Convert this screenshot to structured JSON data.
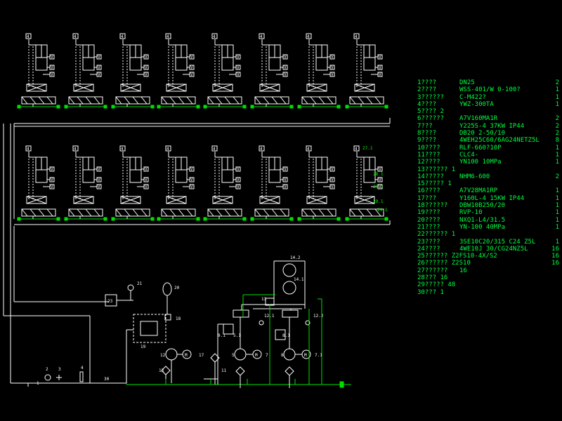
{
  "valve_labels_top": [
    "4",
    "4",
    "4",
    "4",
    "4",
    "4",
    "4",
    "4"
  ],
  "valve_labels_mid": [
    "4",
    "4",
    "4",
    "4",
    "4",
    "4",
    "4",
    "4"
  ],
  "right_mid_labels": [
    "27.1",
    "28.1",
    "29.2",
    "29.1",
    "24.1"
  ],
  "bottom_labels": {
    "n1": "1",
    "n2": "2",
    "n3": "3",
    "n4": "4",
    "n5": "5",
    "n7": "7",
    "n8": "8",
    "n11": "11",
    "n12": "12",
    "n13": "13",
    "n14_1": "14.1",
    "n14_2": "14.2",
    "n17": "17",
    "n18": "18",
    "n19": "19",
    "n20": "20",
    "n21": "21",
    "n23": "23",
    "n30": "30",
    "n5_1": "5.1",
    "n7_1": "7.1",
    "n8_1": "8.1",
    "n9_1": "9.1",
    "n12_1": "12.1",
    "n12_2": "12.2"
  },
  "parts_list": [
    {
      "no": "1????",
      "name": "DN25",
      "qty": "2"
    },
    {
      "no": "2????",
      "name": "WSS-401/W 0-100?",
      "qty": "1"
    },
    {
      "no": "3??????",
      "name": "C-M422?",
      "qty": "1"
    },
    {
      "no": "4????",
      "name": "YWZ-300TA",
      "qty": "1"
    },
    {
      "no": "5???? 2",
      "name": "",
      "qty": ""
    },
    {
      "no": "6??????",
      "name": "A7V160MA1R",
      "qty": "2"
    },
    {
      "no": "7???",
      "name": "Y225S-4 37KW IP44",
      "qty": "2"
    },
    {
      "no": "8????",
      "name": "DB20 2-50/10",
      "qty": "2"
    },
    {
      "no": "9????",
      "name": "4WEH25C60/6AG24NETZ5L",
      "qty": "8"
    },
    {
      "no": "10????",
      "name": "RLF-660?10P",
      "qty": "1"
    },
    {
      "no": "11????",
      "name": "CLC4-",
      "qty": "1"
    },
    {
      "no": "12????",
      "name": "YN100 10MPa",
      "qty": "1"
    },
    {
      "no": "13?????? 1",
      "name": "",
      "qty": ""
    },
    {
      "no": "14?????",
      "name": "NHM6-600",
      "qty": "2"
    },
    {
      "no": "15????? 1",
      "name": "",
      "qty": ""
    },
    {
      "no": "16????",
      "name": "A7V28MA1RP",
      "qty": "1"
    },
    {
      "no": "17???",
      "name": "Y160L-4 15KW IP44",
      "qty": "1"
    },
    {
      "no": "18??????",
      "name": "DBW10B250/20",
      "qty": "1"
    },
    {
      "no": "19????",
      "name": "RVP-10",
      "qty": "1"
    },
    {
      "no": "20????",
      "name": "NXQ1-L4/31.5",
      "qty": "1"
    },
    {
      "no": "21????",
      "name": "YN-100 40MPa",
      "qty": "1"
    },
    {
      "no": "22?????? 1",
      "name": "",
      "qty": ""
    },
    {
      "no": "23????",
      "name": "3SE10C20/315 C24 Z5L",
      "qty": "1"
    },
    {
      "no": "24????",
      "name": "4WE10J 30/CG24NZ5L",
      "qty": "16"
    },
    {
      "no": "25?????? Z2FS10-4X/S2",
      "name": "",
      "qty": "16"
    },
    {
      "no": "26?????? Z2S10",
      "name": "",
      "qty": "16"
    },
    {
      "no": "27??????",
      "name": "16",
      "qty": ""
    },
    {
      "no": "28??? 16",
      "name": "",
      "qty": ""
    },
    {
      "no": "29????? 48",
      "name": "",
      "qty": ""
    },
    {
      "no": "30??? 1",
      "name": "",
      "qty": ""
    }
  ]
}
